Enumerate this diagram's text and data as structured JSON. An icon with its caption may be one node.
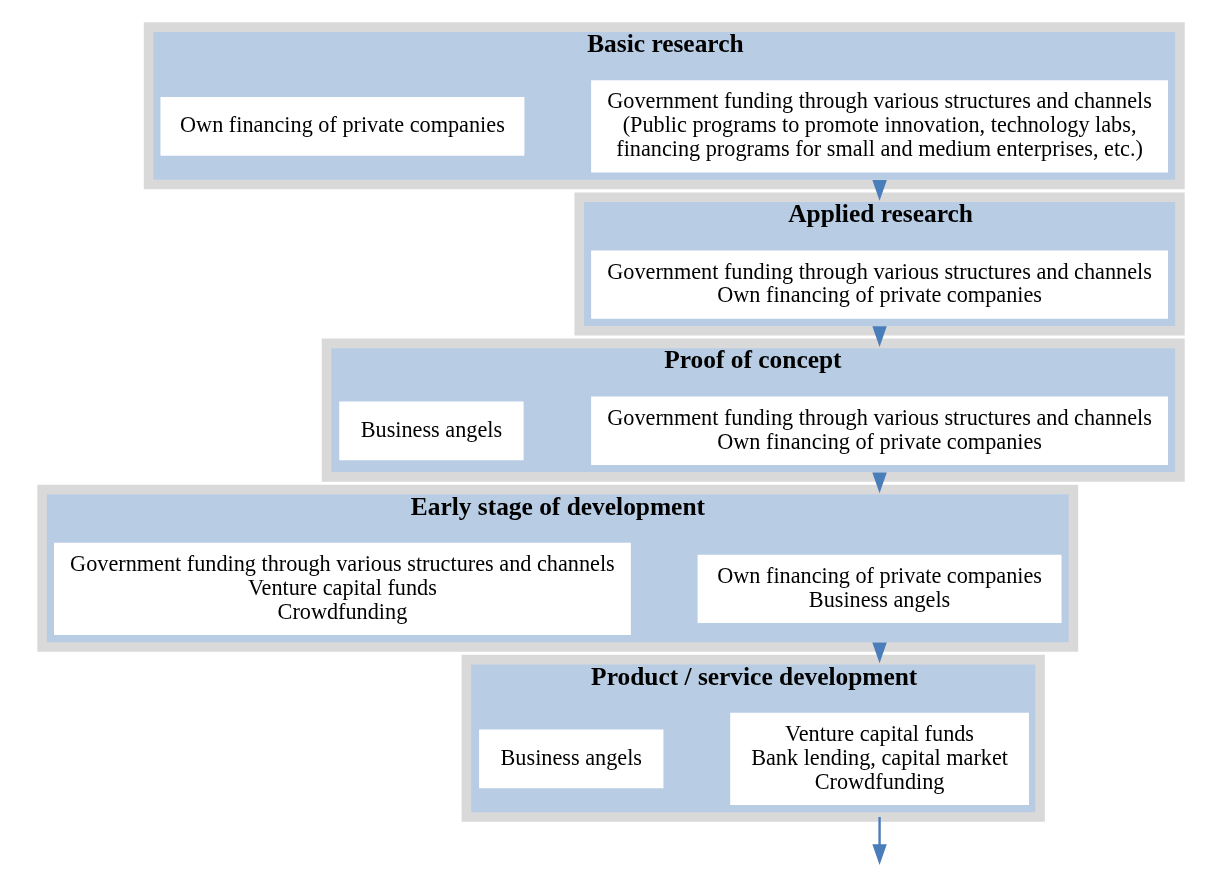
{
  "diagram": {
    "nodes": [
      {
        "text": [
          "Basic research"
        ]
      },
      {
        "text": [
          "Government funding through various structures and channels",
          "(Public programs to promote innovation, technology labs, financing programs for small and medium enterprises, etc.)"
        ],
        "in": 0
      },
      {
        "text": [
          "Own financing of private companies"
        ],
        "in": 0
      },
      {
        "text": [
          "Applied research"
        ]
      },
      {
        "text": [
          "Government funding through various structures and channels",
          "Own financing of private companies"
        ],
        "in": 3
      },
      {
        "text": [
          "Proof of concept"
        ]
      },
      {
        "text": [
          "Government funding through various structures and channels",
          "Own financing of private companies"
        ],
        "in": 5
      },
      {
        "text": [
          "Business angels"
        ],
        "in": 5
      },
      {
        "text": [
          "Early stage of development"
        ]
      },
      {
        "text": [
          "Own financing of private companies",
          "Business angels"
        ],
        "in": 8
      },
      {
        "text": [
          "Government funding through various structures and channels",
          "Venture capital funds",
          "Crowdfunding"
        ],
        "in": 8
      },
      {
        "text": [
          "Product / service development"
        ]
      },
      {
        "text": [
          "Venture capital funds",
          "Bank lending, capital market",
          "Crowdfunding"
        ],
        "in": 11
      },
      {
        "text": [
          "Business angels"
        ],
        "in": 11
      }
    ],
    "edges": [
      {
        "from": 0,
        "to": 3,
        "arrow": "to"
      },
      {
        "from": 3,
        "to": 5,
        "arrow": "to"
      },
      {
        "from": 5,
        "to": 8,
        "arrow": "to"
      },
      {
        "from": 8,
        "to": 11,
        "arrow": "to"
      },
      {
        "from": 11,
        "to": null,
        "arrow": "to"
      }
    ]
  }
}
